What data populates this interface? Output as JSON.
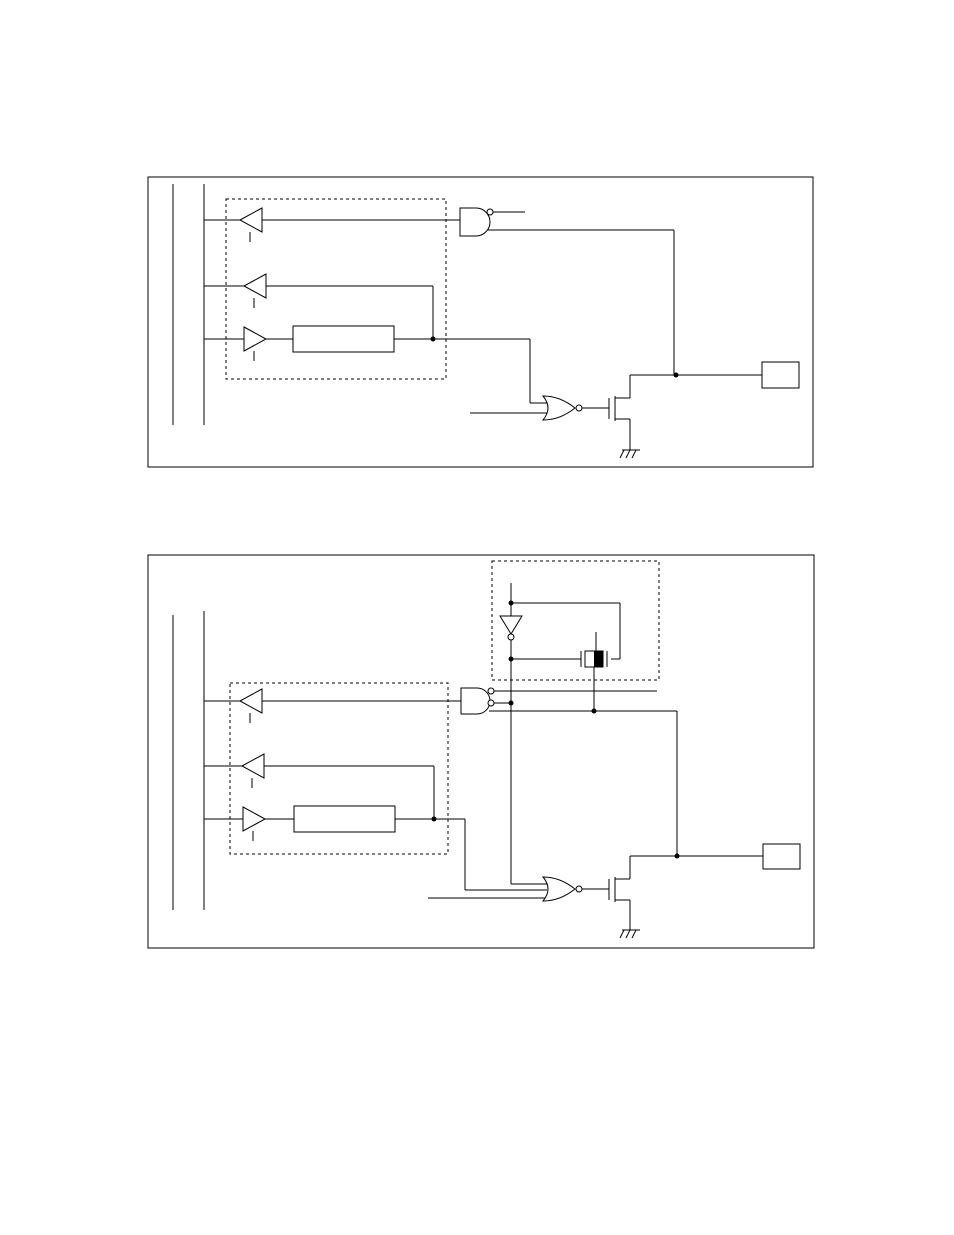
{
  "diagrams": [
    {
      "elements": [
        "internal-bus",
        "input-buffer-upper",
        "input-buffer-middle",
        "output-buffer",
        "register-box",
        "peripheral-block-dashed",
        "and-gate-inverted-input",
        "nor-gate",
        "nmos-transistor",
        "ground-symbol",
        "pin-box"
      ]
    },
    {
      "elements": [
        "internal-bus",
        "input-buffer-upper",
        "input-buffer-middle",
        "output-buffer",
        "register-box",
        "peripheral-block-dashed",
        "inverter",
        "capacitor-element",
        "control-block-dashed",
        "and-gate-inverted-inputs",
        "nor-gate",
        "nmos-transistor",
        "ground-symbol",
        "pin-box"
      ]
    }
  ],
  "colors": {
    "line": "#000000",
    "background": "#ffffff"
  }
}
